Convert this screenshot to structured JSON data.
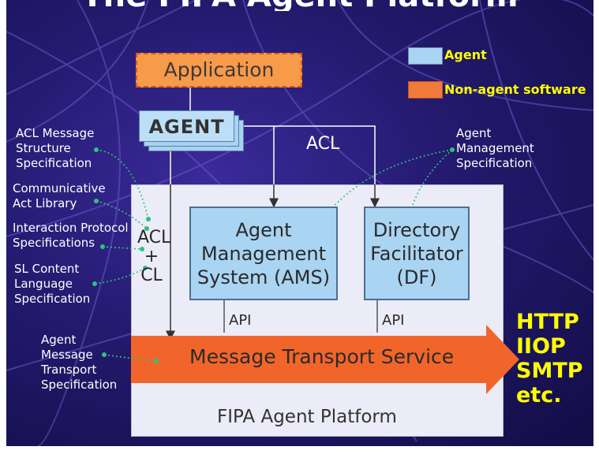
{
  "title": "The FIPA Agent Platform",
  "legend": {
    "agent": "Agent",
    "non_agent": "Non-agent software",
    "agent_color": "#a9d4f2",
    "non_agent_color": "#f27a3a"
  },
  "application": "Application",
  "agent": "AGENT",
  "acl": "ACL",
  "acl_cl": {
    "line1": "ACL",
    "line2": "+",
    "line3": "CL"
  },
  "ams": {
    "line1": "Agent",
    "line2": "Management",
    "line3": "System (AMS)"
  },
  "df": {
    "line1": "Directory",
    "line2": "Facilitator",
    "line3": "(DF)"
  },
  "api_left": "API",
  "api_right": "API",
  "mts": "Message Transport Service",
  "platform": "FIPA Agent Platform",
  "protocols": [
    "HTTP",
    "IIOP",
    "SMTP",
    "etc."
  ],
  "annotations": {
    "acl_message": [
      "ACL Message",
      "Structure",
      "Specification"
    ],
    "communicative_act": [
      "Communicative",
      "Act Library"
    ],
    "interaction_protocol": [
      "Interaction Protocol",
      "Specifications"
    ],
    "sl_content": [
      "SL Content",
      "Language",
      "Specification"
    ],
    "agent_message_transport": [
      "Agent",
      "Message",
      "Transport",
      "Specification"
    ],
    "agent_management": [
      "Agent",
      "Management",
      "Specification"
    ]
  },
  "colors": {
    "background": "#231a6e",
    "platform": "#ececf8",
    "arrow": "#f2652a",
    "protocol_text": "#ffff00",
    "connector": "#2ec27e"
  }
}
